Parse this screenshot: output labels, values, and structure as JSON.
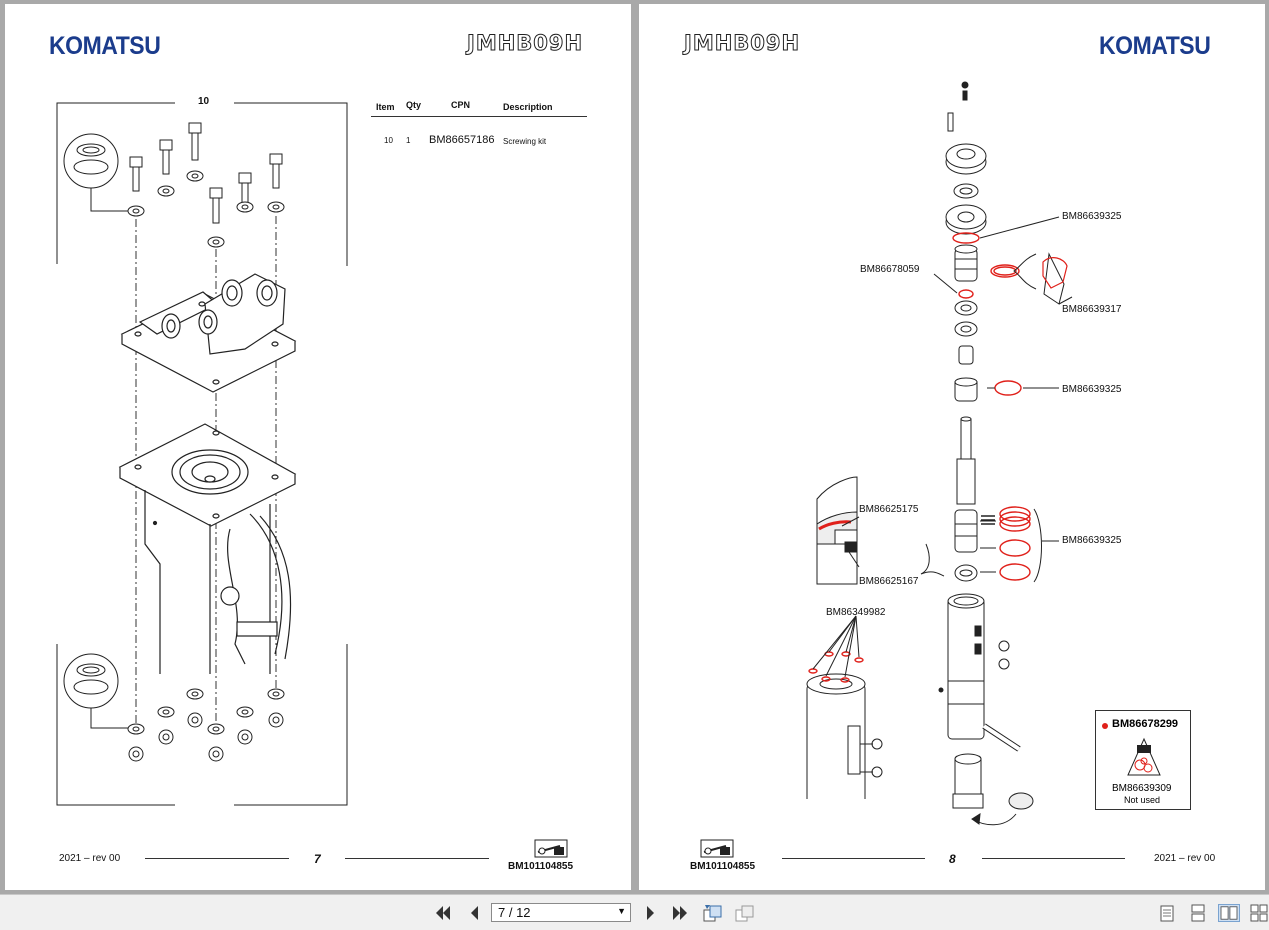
{
  "viewer": {
    "page_indicator": "7 / 12"
  },
  "left_page": {
    "logo": "KOMATSU",
    "model": "JMHB09H",
    "diagram_label": "10",
    "table": {
      "headers": [
        "Item",
        "Qty",
        "CPN",
        "Description"
      ],
      "rows": [
        {
          "item": "10",
          "qty": "1",
          "cpn": "BM86657186",
          "description": "Screwing kit"
        }
      ]
    },
    "footer": {
      "revision": "2021 – rev 00",
      "page_number": "7",
      "doc_code": "BM101104855"
    }
  },
  "right_page": {
    "logo": "KOMATSU",
    "model": "JMHB09H",
    "callouts": {
      "c1": "BM86639325",
      "c2": "BM86678059",
      "c3": "BM86639317",
      "c4": "BM86639325",
      "c5": "BM86625175",
      "c6": "BM86639325",
      "c7": "BM86625167",
      "c8": "BM86349982"
    },
    "kit_box": {
      "title": "BM86678299",
      "part": "BM86639309",
      "note": "Not used"
    },
    "footer": {
      "revision": "2021 – rev 00",
      "page_number": "8",
      "doc_code": "BM101104855"
    }
  },
  "colors": {
    "logo_blue": "#1b3c8c",
    "seal_red": "#e0201a",
    "viewer_bg": "#a9a9a9",
    "toolbar_bg": "#f0f0f0"
  },
  "icons": [
    "first-page-icon",
    "previous-page-icon",
    "next-page-icon",
    "last-page-icon",
    "rotate-view-icon",
    "page-view-icon",
    "single-page-icon",
    "continuous-page-icon",
    "facing-pages-icon",
    "facing-continuous-icon",
    "hammer-icon"
  ]
}
